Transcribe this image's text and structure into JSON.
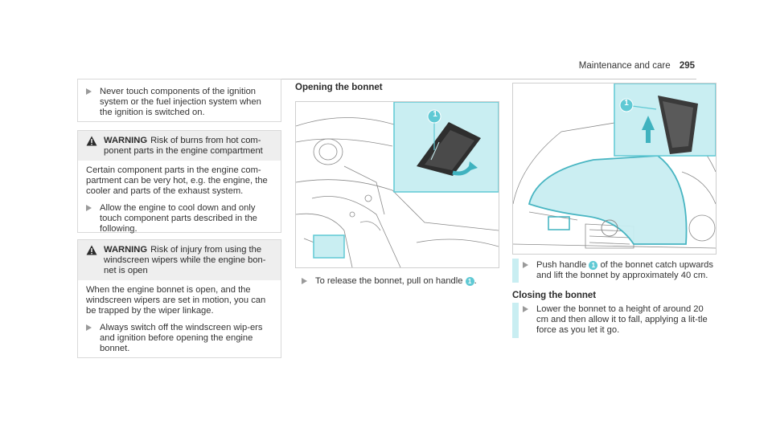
{
  "header": {
    "section": "Maintenance and care",
    "page": "295"
  },
  "left": {
    "note": "Never touch components of the ignition system or the fuel injection system when the ignition is switched on.",
    "warning1": {
      "label": "WARNING",
      "title": "Risk of burns from hot com-ponent parts in the engine compartment",
      "body": "Certain component parts in the engine com-partment can be very hot, e.g. the engine, the cooler and parts of the exhaust system.",
      "step": "Allow the engine to cool down and only touch component parts described in the following."
    },
    "warning2": {
      "label": "WARNING",
      "title": "Risk of injury from using the windscreen wipers while the engine bon-net is open",
      "body": "When the engine bonnet is open, and the windscreen wipers are set in motion, you can be trapped by the wiper linkage.",
      "step": "Always switch off the windscreen wip-ers and ignition before opening the engine bonnet."
    }
  },
  "middle": {
    "heading": "Opening the bonnet",
    "callout": "1",
    "step_pre": "To release the bonnet, pull on handle",
    "step_post": "."
  },
  "right": {
    "callout": "1",
    "step1_pre": "Push handle",
    "step1_post": "of the bonnet catch upwards and lift the bonnet by approximately 40 cm.",
    "heading": "Closing the bonnet",
    "step2": "Lower the bonnet to a height of around 20 cm and then allow it to fall, applying a lit-tle force as you let it go."
  },
  "colors": {
    "accent": "#5fc9d4",
    "highlight": "#c9eef2",
    "warn_bg": "#eeeeee"
  }
}
